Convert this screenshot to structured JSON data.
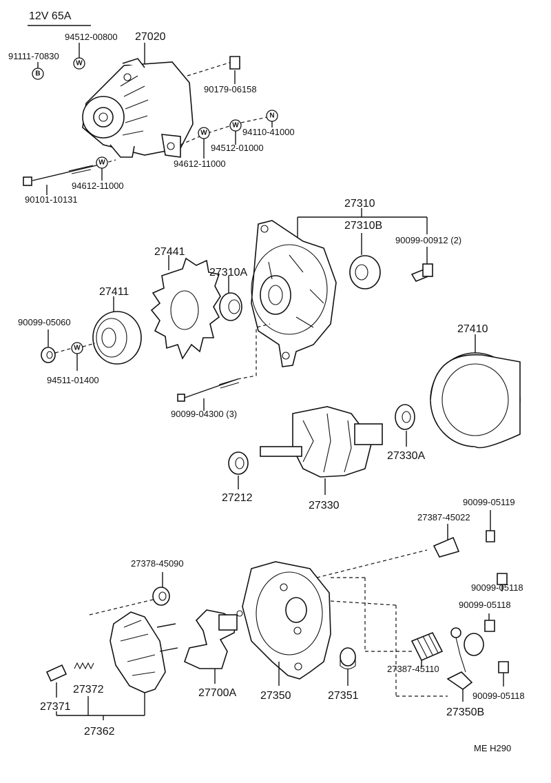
{
  "header": {
    "spec": "12V  65A"
  },
  "labels": {
    "p94512_00800": "94512-00800",
    "p27020": "27020",
    "p91111_70830": "91111-70830",
    "p90179_06158": "90179-06158",
    "p94110_41000": "94110-41000",
    "p94512_01000": "94512-01000",
    "p94612_11000_a": "94612-11000",
    "p94612_11000_b": "94612-11000",
    "p90101_10131": "90101-10131",
    "p27310": "27310",
    "p27310B": "27310B",
    "p90099_00912": "90099-00912 (2)",
    "p27441": "27441",
    "p27310A": "27310A",
    "p27411": "27411",
    "p90099_05060": "90099-05060",
    "p94511_01400": "94511-01400",
    "p27410": "27410",
    "p90099_04300": "90099-04300 (3)",
    "p27330A": "27330A",
    "p27212": "27212",
    "p27330": "27330",
    "p90099_05119": "90099-05119",
    "p27387_45022": "27387-45022",
    "p27378_45090": "27378-45090",
    "p90099_05118_a": "90099-05118",
    "p90099_05118_b": "90099-05118",
    "p90099_05118_c": "90099-05118",
    "p27387_45110": "27387-45110",
    "p27372": "27372",
    "p27371": "27371",
    "p27700A": "27700A",
    "p27350": "27350",
    "p27351": "27351",
    "p27350B": "27350B",
    "p27362": "27362"
  },
  "badges": {
    "b": "B",
    "w": "W",
    "n": "N"
  },
  "footer": {
    "code": "ME  H290"
  }
}
